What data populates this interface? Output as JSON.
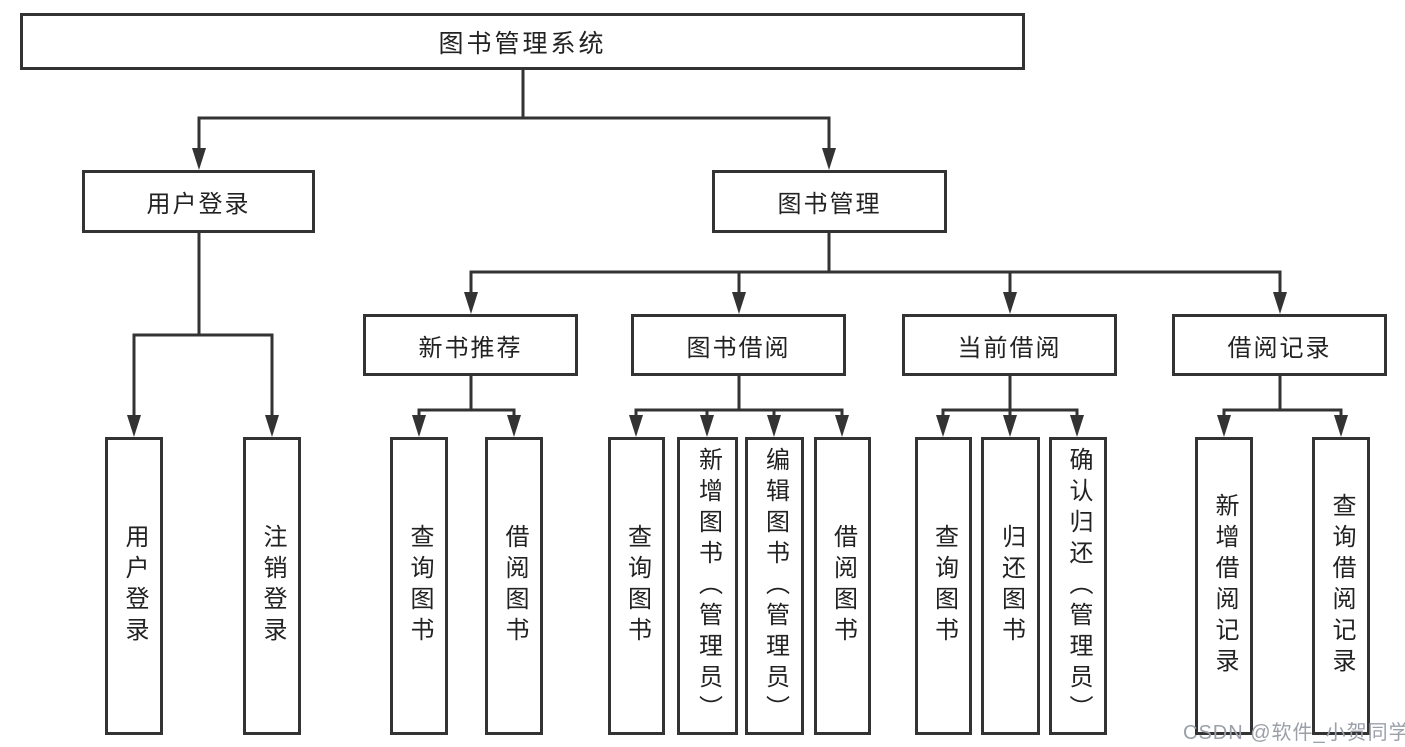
{
  "tree": {
    "label": "图书管理系统",
    "children": [
      {
        "label": "用户登录",
        "children": [
          {
            "label": "用户登录"
          },
          {
            "label": "注销登录"
          }
        ]
      },
      {
        "label": "图书管理",
        "children": [
          {
            "label": "新书推荐",
            "children": [
              {
                "label": "查询图书"
              },
              {
                "label": "借阅图书"
              }
            ]
          },
          {
            "label": "图书借阅",
            "children": [
              {
                "label": "查询图书"
              },
              {
                "label": "新增图书（管理员）"
              },
              {
                "label": "编辑图书（管理员）"
              },
              {
                "label": "借阅图书"
              }
            ]
          },
          {
            "label": "当前借阅",
            "children": [
              {
                "label": "查询图书"
              },
              {
                "label": "归还图书"
              },
              {
                "label": "确认归还（管理员）"
              }
            ]
          },
          {
            "label": "借阅记录",
            "children": [
              {
                "label": "新增借阅记录"
              },
              {
                "label": "查询借阅记录"
              }
            ]
          }
        ]
      }
    ]
  },
  "watermark": {
    "text": "CSDN @软件_小贺同学"
  },
  "colors": {
    "line": "#333333",
    "box_border": "#333333",
    "text": "#222222",
    "watermark": "#9ba0a8",
    "background": "#ffffff"
  }
}
